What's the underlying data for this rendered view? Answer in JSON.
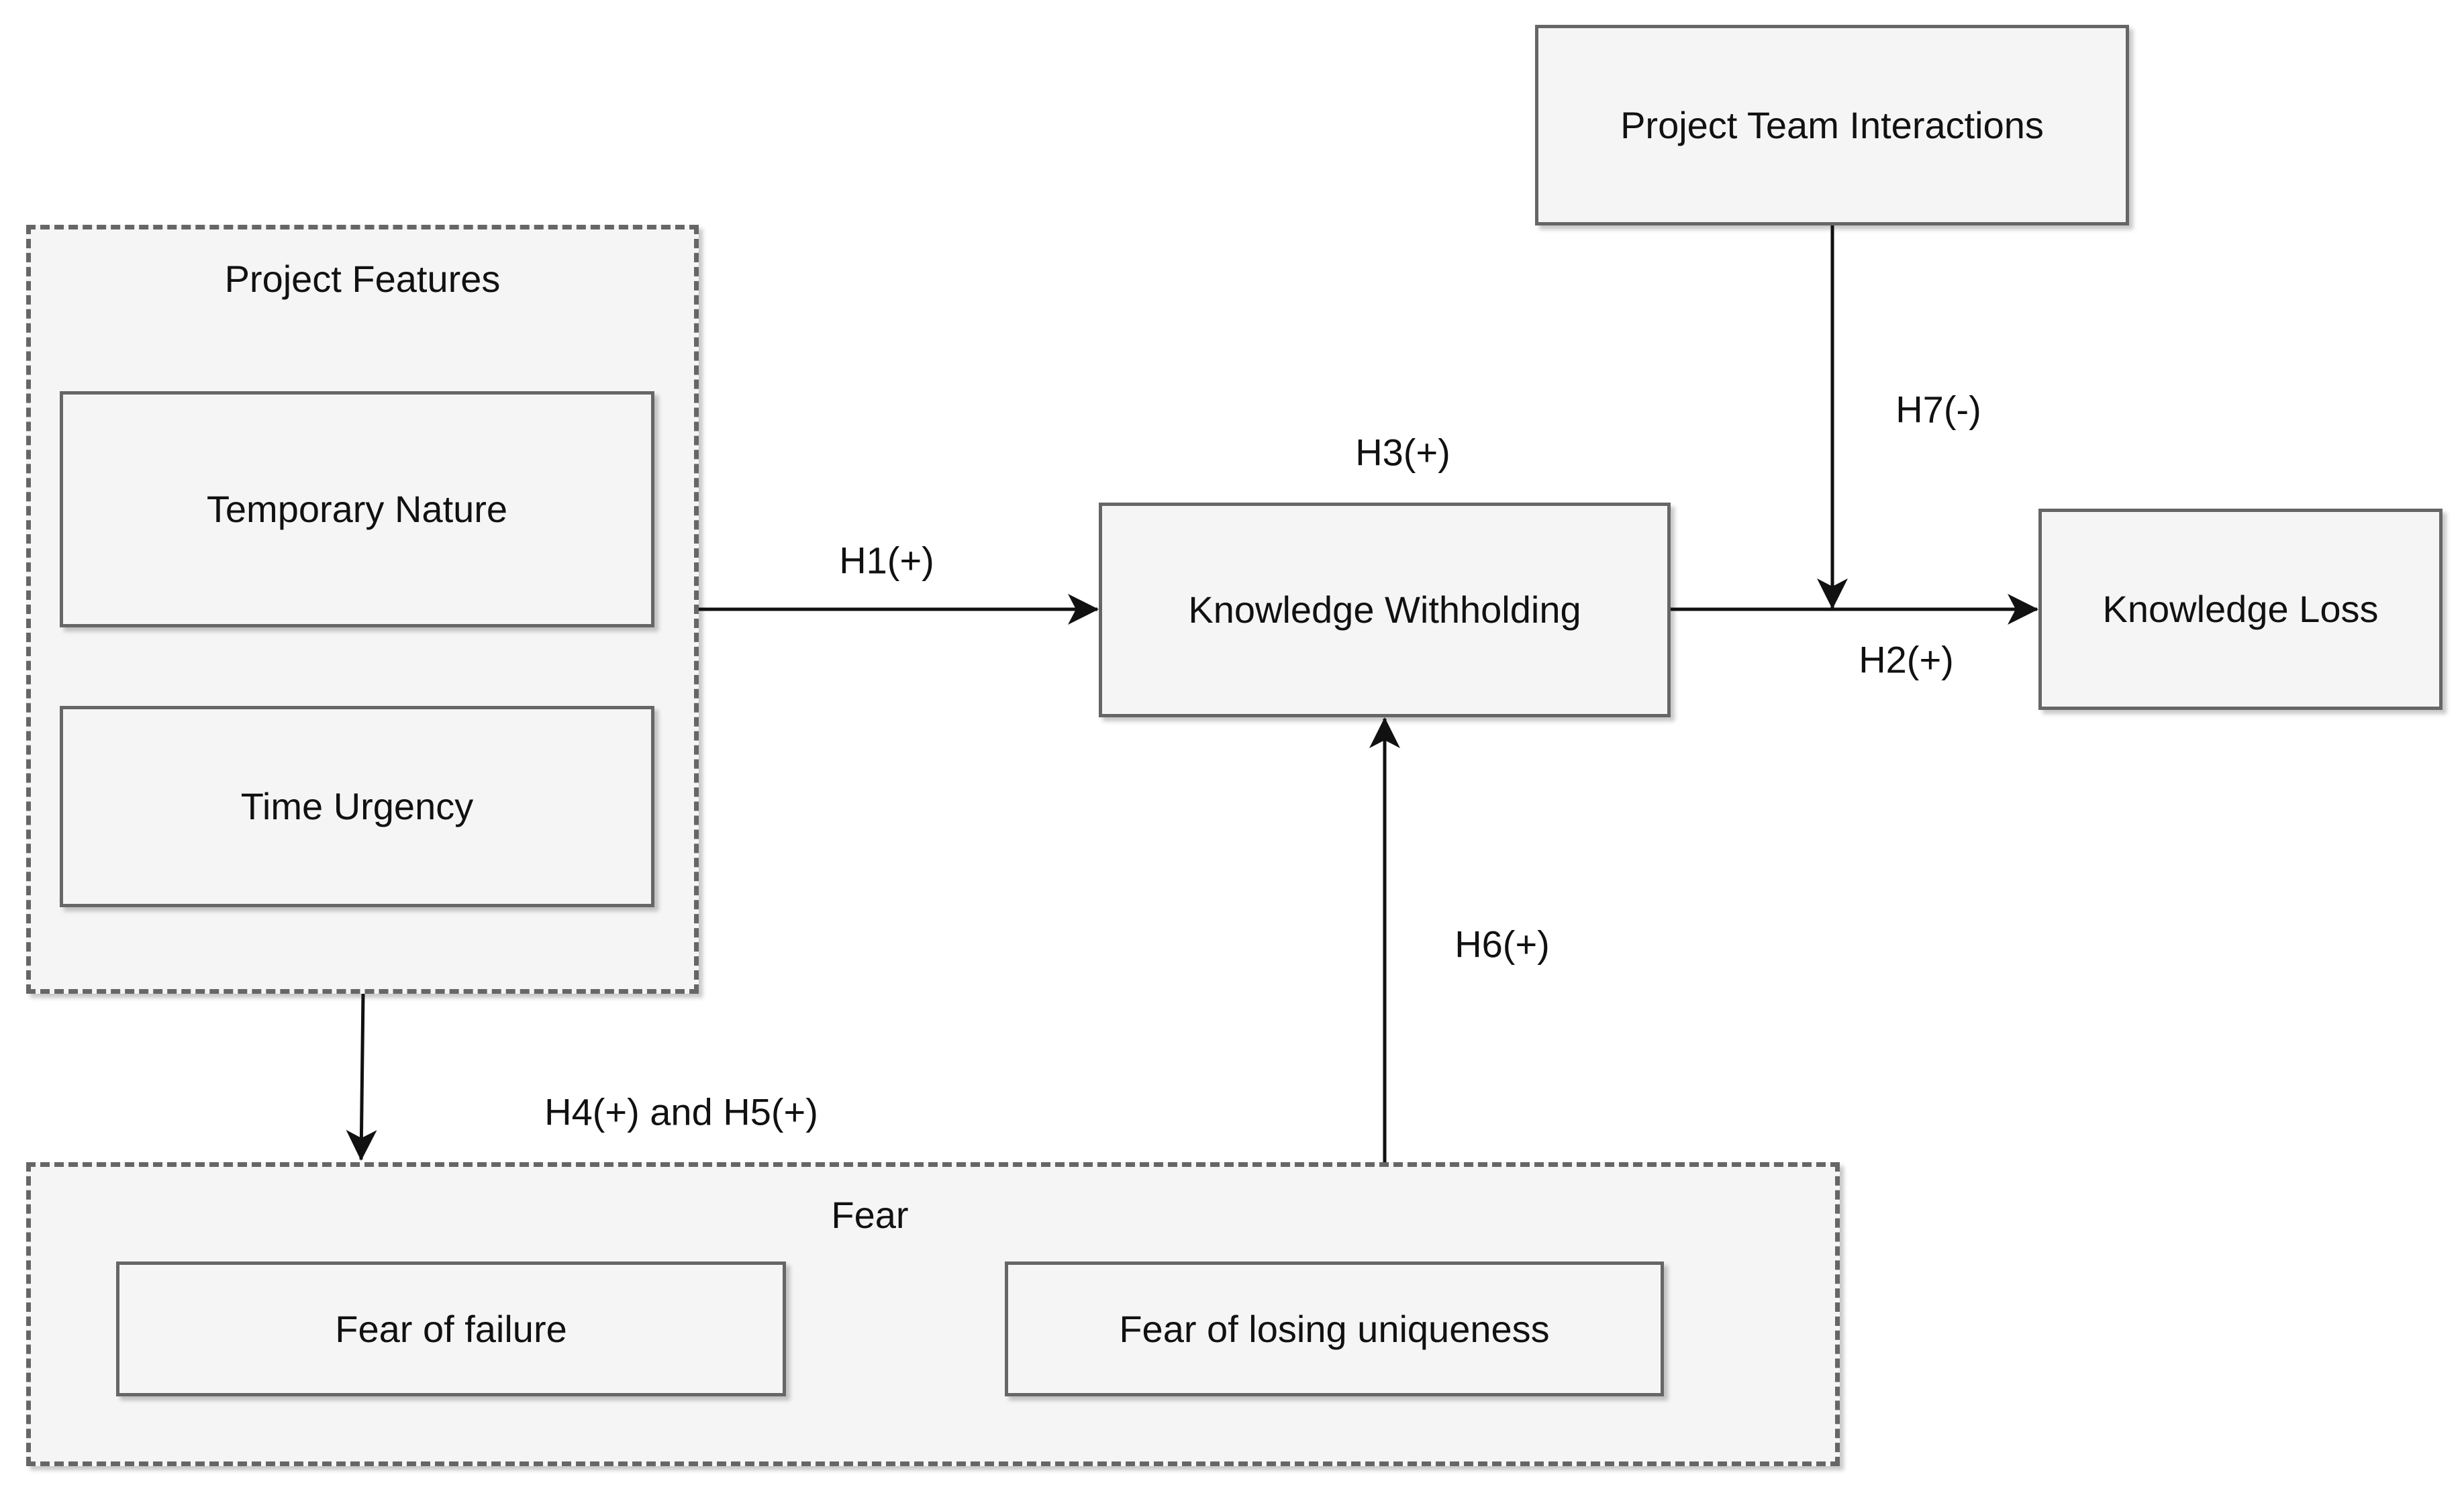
{
  "nodes": {
    "project_team_interactions": "Project Team Interactions",
    "temporary_nature": "Temporary Nature",
    "time_urgency": "Time Urgency",
    "knowledge_withholding": "Knowledge Withholding",
    "knowledge_loss": "Knowledge Loss",
    "fear_of_failure": "Fear of failure",
    "fear_of_losing_uniqueness": "Fear of losing uniqueness"
  },
  "groups": {
    "project_features": "Project Features",
    "fear": "Fear"
  },
  "hypotheses": {
    "h1": "H1(+)",
    "h2": "H2(+)",
    "h3": "H3(+)",
    "h4_h5": "H4(+) and H5(+)",
    "h6": "H6(+)",
    "h7": "H7(-)"
  },
  "colors": {
    "box_fill": "#f5f5f5",
    "border": "#666666",
    "arrow": "#111111"
  }
}
